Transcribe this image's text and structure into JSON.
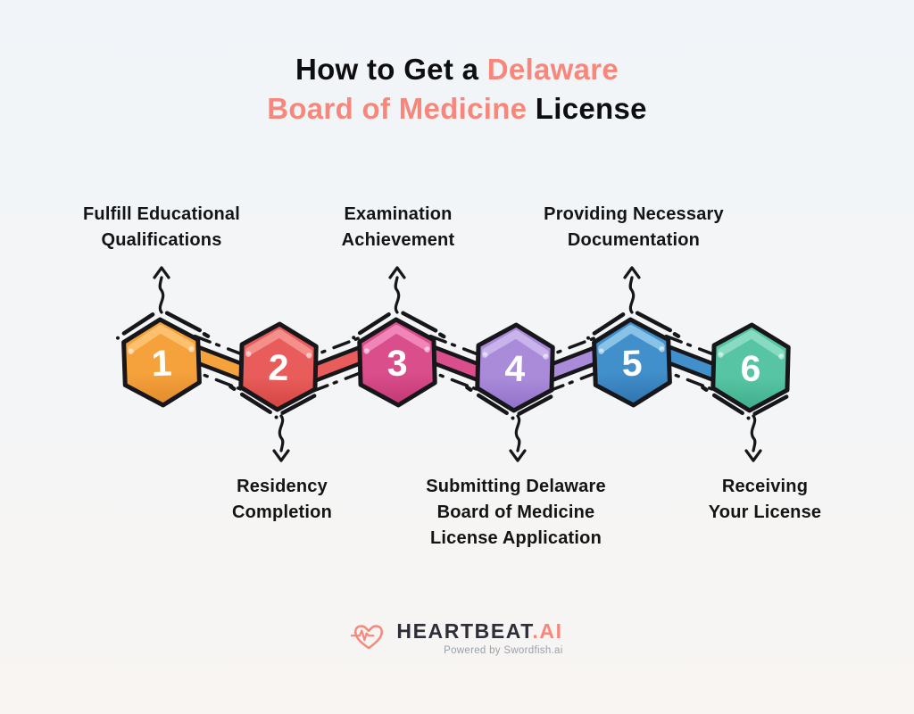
{
  "title": {
    "prefix": "How to Get a",
    "accent1": "Delaware",
    "accent2": "Board of Medicine",
    "suffix": "License"
  },
  "steps": [
    {
      "number": "1",
      "label_lines": [
        "Fulfill Educational",
        "Qualifications"
      ],
      "label_position": "top",
      "color": "#F5A23D",
      "color_light": "#FCC271",
      "color_dark": "#E18A2A"
    },
    {
      "number": "2",
      "label_lines": [
        "Residency",
        "Completion"
      ],
      "label_position": "bottom",
      "color": "#E85D5B",
      "color_light": "#F4918F",
      "color_dark": "#D34441"
    },
    {
      "number": "3",
      "label_lines": [
        "Examination",
        "Achievement"
      ],
      "label_position": "top",
      "color": "#DB4E8C",
      "color_light": "#F088BB",
      "color_dark": "#C23874"
    },
    {
      "number": "4",
      "label_lines": [
        "Submitting Delaware",
        "Board of Medicine",
        "License Application"
      ],
      "label_position": "bottom",
      "color": "#A98BDA",
      "color_light": "#C9B5EB",
      "color_dark": "#9070C8"
    },
    {
      "number": "5",
      "label_lines": [
        "Providing Necessary",
        "Documentation"
      ],
      "label_position": "top",
      "color": "#418FCB",
      "color_light": "#8CC6E8",
      "color_dark": "#2F74AE"
    },
    {
      "number": "6",
      "label_lines": [
        "Receiving",
        "Your License"
      ],
      "label_position": "bottom",
      "color": "#57C5A3",
      "color_light": "#8BDCC3",
      "color_dark": "#3EAD8A"
    }
  ],
  "connectors": [
    {
      "from": "1",
      "to": "2",
      "slant": "down",
      "color": "#F5A23D"
    },
    {
      "from": "2",
      "to": "3",
      "slant": "up",
      "color": "#E85D5B"
    },
    {
      "from": "3",
      "to": "4",
      "slant": "down",
      "color": "#DB4E8C"
    },
    {
      "from": "4",
      "to": "5",
      "slant": "up",
      "color": "#A98BDA"
    },
    {
      "from": "5",
      "to": "6",
      "slant": "down",
      "color": "#418FCB"
    }
  ],
  "footer": {
    "brand": "HEARTBEAT",
    "brand_suffix": ".AI",
    "tagline": "Powered by Swordfish.ai"
  },
  "colors": {
    "accent": "#F8877B",
    "title_text": "#0E0E10",
    "label_text": "#141414",
    "outline": "#17171B",
    "number_text": "#FFFFFF",
    "brand_text": "#2E2E38",
    "tagline_text": "#9AA0A8",
    "background_top": "#F1F5F9",
    "background_bottom": "#F8F5F2"
  }
}
